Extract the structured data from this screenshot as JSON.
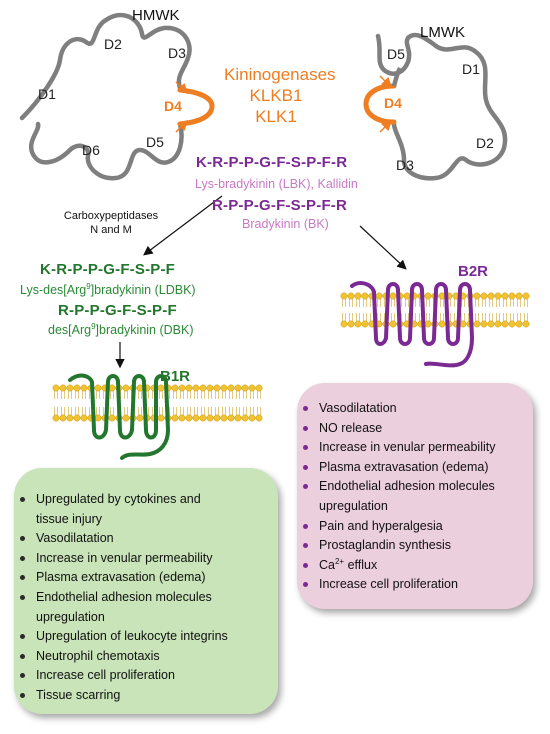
{
  "hmwk": {
    "title": "HMWK",
    "domains": [
      "D1",
      "D2",
      "D3",
      "D4",
      "D5",
      "D6"
    ]
  },
  "lmwk": {
    "title": "LMWK",
    "domains": [
      "D5",
      "D1",
      "D4",
      "D2",
      "D3"
    ]
  },
  "kininogenases": {
    "title": "Kininogenases",
    "enzyme1": "KLKB1",
    "enzyme2": "KLK1"
  },
  "lbk": {
    "sequence": "K-R-P-P-G-F-S-P-F-R",
    "name": "Lys-bradykinin (LBK), Kallidin"
  },
  "bk": {
    "sequence": "R-P-P-G-F-S-P-F-R",
    "name": "Bradykinin (BK)"
  },
  "carboxypeptidases": {
    "line1": "Carboxypeptidases",
    "line2": "N and M"
  },
  "ldbk": {
    "sequence": "K-R-P-P-G-F-S-P-F",
    "name_prefix": "Lys-des[Arg",
    "name_sup": "9",
    "name_suffix": "]bradykinin (LDBK)"
  },
  "dbk": {
    "sequence": "R-P-P-G-F-S-P-F",
    "name_prefix": "des[Arg",
    "name_sup": "9",
    "name_suffix": "]bradykinin (DBK)"
  },
  "receptors": {
    "b1r": "B1R",
    "b2r": "B2R"
  },
  "colors": {
    "orange": "#ef7d22",
    "purple": "#7b2a94",
    "pink_text": "#c879c6",
    "green": "#23762d",
    "green_box": "#c9e4b9",
    "pink_box": "#ebcfdc",
    "membrane": "#f2c330",
    "kininogen": "#7f7f7f"
  },
  "b2r_effects": [
    "Vasodilatation",
    "NO release",
    "Increase in venular permeability",
    "Plasma extravasation (edema)",
    "Endothelial adhesion molecules",
    "upregulation",
    "Pain and hyperalgesia",
    "Prostaglandin synthesis",
    "Ca",
    "2+",
    " efflux",
    "Increase cell proliferation"
  ],
  "b1r_effects": [
    "Upregulated by cytokines and",
    "tissue injury",
    "Vasodilatation",
    "Increase in venular permeability",
    "Plasma extravasation (edema)",
    "Endothelial adhesion molecules",
    "upregulation",
    "Upregulation of leukocyte integrins",
    "Neutrophil chemotaxis",
    "Increase cell proliferation",
    "Tissue scarring"
  ]
}
